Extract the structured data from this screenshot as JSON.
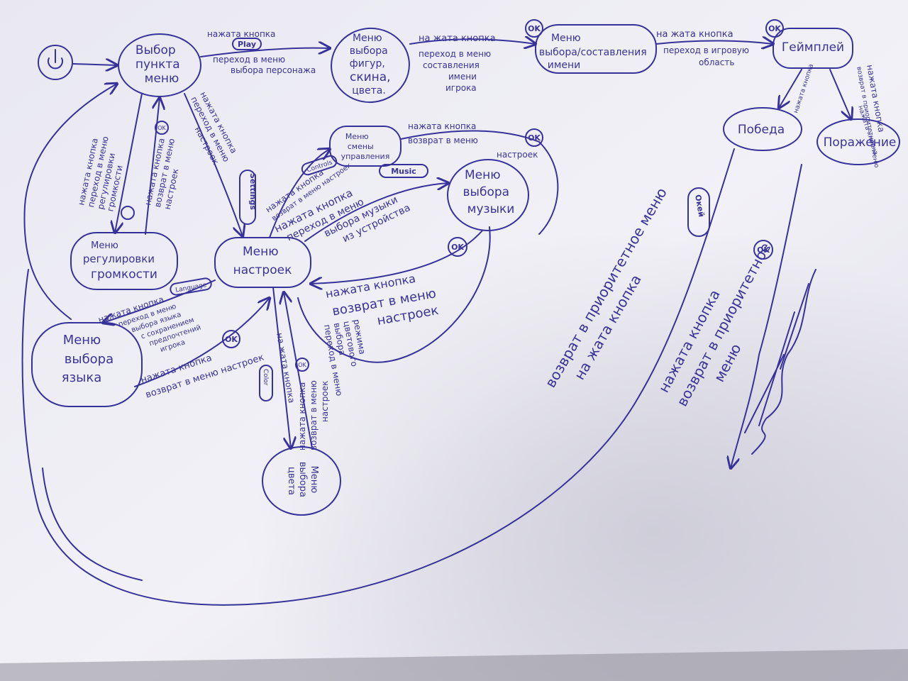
{
  "nodes": {
    "power": "",
    "main_menu": [
      "Выбор",
      "пункта",
      "меню"
    ],
    "character_menu": [
      "Меню",
      "выбора",
      "фигур,",
      "скина,",
      "цвета."
    ],
    "name_menu": [
      "Меню",
      "выбора/составления",
      "имени"
    ],
    "gameplay": [
      "Геймплей"
    ],
    "victory": [
      "Победа"
    ],
    "defeat": [
      "Поражение"
    ],
    "settings_menu": [
      "Меню",
      "настроек"
    ],
    "volume_menu": [
      "Меню",
      "регулировки",
      "громкости"
    ],
    "control_menu": [
      "Меню",
      "смены",
      "управления"
    ],
    "music_menu": [
      "Меню",
      "выбора",
      "музыки"
    ],
    "language_menu": [
      "Меню",
      "выбора",
      "языка"
    ],
    "color_menu": [
      "Меню",
      "выбора",
      "цвета"
    ]
  },
  "badges": {
    "play": "Play",
    "ok": "OK",
    "settings": "Settings",
    "controls": "Controls",
    "music": "Music",
    "language": "Language",
    "color": "Color",
    "okey": "Окей"
  },
  "edges": {
    "e1": [
      "нажата кнопка",
      "переход в меню",
      "выбора персонажа"
    ],
    "e2": [
      "на жата кнопка",
      "переход в меню",
      "составления",
      "имени",
      "игрока"
    ],
    "e3": [
      "на жата кнопка",
      "переход в игровую",
      "область"
    ],
    "e4": [
      "нажата кнопка",
      "переход в меню",
      "настроек"
    ],
    "e5": [
      "нажата кнопка",
      "возврат в приоритетное меню"
    ],
    "e6": [
      "нажата кнопка",
      "переход в меню",
      "регулировки",
      "громкости"
    ],
    "e7": [
      "нажата кнопка",
      "возврат в меню",
      "настроек"
    ],
    "e8": [
      "нажата кнопка",
      "возврат в меню настроек"
    ],
    "e9": [
      "нажата кнопка",
      "переход в меню",
      "выбора музыки",
      "из устройства"
    ],
    "e10": [
      "нажата кнопка",
      "возврат в меню",
      "настроек"
    ],
    "e11": [
      "нажата кнопка",
      "переход в меню",
      "выбора языка",
      "с сохранением",
      "предпочтений",
      "игрока"
    ],
    "e12": [
      "нажата кнопка",
      "возврат в меню настроек"
    ],
    "e13": [
      "на жата кнопка",
      "переход в меню",
      "выбора",
      "цветового",
      "режима"
    ],
    "e14": [
      "нажата кнопка",
      "возврат в меню",
      "настроек"
    ],
    "e15": [
      "возврат в приоритетное меню",
      "на жата кнопка"
    ],
    "e16": [
      "нажата кнопка",
      "возврат в приоритетное",
      "меню"
    ]
  },
  "palette": {
    "ink": "#37319a",
    "paper": "#ecebf2",
    "shadow": "#c9c8d3"
  }
}
